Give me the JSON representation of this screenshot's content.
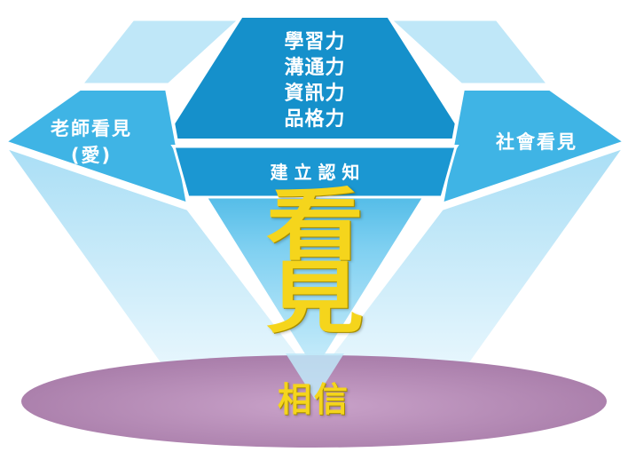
{
  "diagram": {
    "skills": [
      "學習力",
      "溝通力",
      "資訊力",
      "品格力"
    ],
    "left_label": [
      "老師看見",
      "(愛)"
    ],
    "right_label": "社會看見",
    "center_label": "建 立 認 知",
    "big_character": "看見",
    "base_label": "相信"
  },
  "colors": {
    "facet_light": "#bfe7f8",
    "facet_mid": "#3fb4e5",
    "facet_top": "#1590cb",
    "facet_pale": "#9ad6f2",
    "gold": "#f5d51c",
    "ellipse": "#b68ab6",
    "white": "#ffffff"
  }
}
